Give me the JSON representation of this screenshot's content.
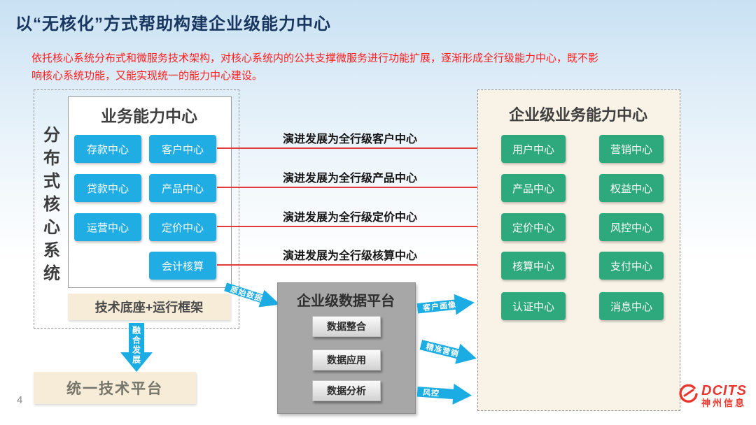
{
  "slide": {
    "title": "以“无核化”方式帮助构建企业级能力中心",
    "description": "依托核心系统分布式和微服务技术架构，对核心系统内的公共支撑微服务进行功能扩展，逐渐形成全行级能力中心，既不影响核心系统功能，又能实现统一的能力中心建设。",
    "page_number": "4"
  },
  "colors": {
    "title_navy": "#17355e",
    "description_red": "#ff1c1c",
    "blue_button": "#1fade4",
    "green_button": "#2ea87d",
    "beige_box": "#f6ecd7",
    "gray_panel": "#a7a7a7",
    "arrow_blue": "#1aace3",
    "line_red": "#e23b3b"
  },
  "core_system": {
    "vertical_label": "分布式核心系统",
    "business_center": {
      "title": "业务能力中心",
      "items": [
        "存款中心",
        "客户中心",
        "贷款中心",
        "产品中心",
        "运营中心",
        "定价中心",
        "会计核算"
      ]
    },
    "tech_base_label": "技术底座+运行框架",
    "merge_arrow_label": "融合发展",
    "unified_platform_label": "统一技术平台"
  },
  "evolution": {
    "labels": [
      "演进发展为全行级客户中心",
      "演进发展为全行级产品中心",
      "演进发展为全行级定价中心",
      "演进发展为全行级核算中心"
    ]
  },
  "data_platform": {
    "input_arrow_label": "原始数据",
    "title": "企业级数据平台",
    "items": [
      "数据整合",
      "数据应用",
      "数据分析"
    ],
    "output_arrow_labels": [
      "客户画像",
      "精准营销",
      "风控"
    ]
  },
  "enterprise_center": {
    "title": "企业级业务能力中心",
    "items": [
      "用户中心",
      "营销中心",
      "产品中心",
      "权益中心",
      "定价中心",
      "风控中心",
      "核算中心",
      "支付中心",
      "认证中心",
      "消息中心"
    ]
  },
  "logo": {
    "brand": "DCITS",
    "company": "神州信息"
  }
}
